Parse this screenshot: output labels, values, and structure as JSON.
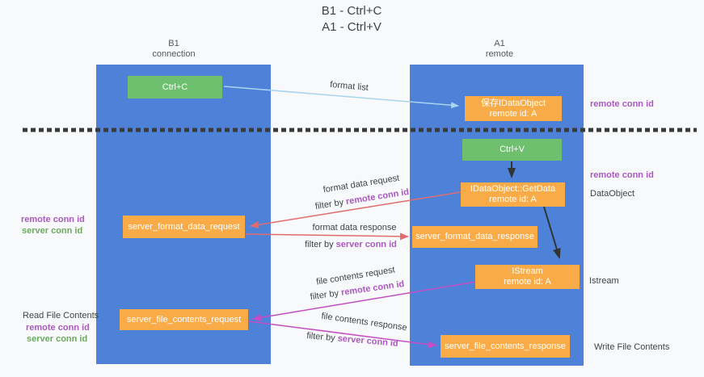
{
  "title": {
    "line1": "B1 - Ctrl+C",
    "line2": "A1 - Ctrl+V"
  },
  "columns": {
    "left": {
      "name": "B1",
      "role": "connection"
    },
    "right": {
      "name": "A1",
      "role": "remote"
    }
  },
  "nodes": {
    "ctrl_c": {
      "label": "Ctrl+C"
    },
    "save_idataobject": {
      "line1": "保存IDataObject",
      "line2": "remote id: A"
    },
    "ctrl_v": {
      "label": "Ctrl+V"
    },
    "getdata": {
      "line1": "IDataObject::GetData",
      "line2": "remote id: A"
    },
    "format_request": {
      "label": "server_format_data_request"
    },
    "format_response": {
      "label": "server_format_data_response"
    },
    "istream": {
      "line1": "IStream",
      "line2": "remote id: A"
    },
    "file_request": {
      "label": "server_file_contents_request"
    },
    "file_response": {
      "label": "server_file_contents_response"
    }
  },
  "edge_labels": {
    "format_list": "format list",
    "format_data_request": "format data request",
    "format_data_request_filter_prefix": "filter by",
    "format_data_request_filter_value": "remote conn id",
    "format_data_response": "format data response",
    "format_data_response_filter_prefix": "filter by",
    "format_data_response_filter_value": "server conn id",
    "file_contents_request": "file contents request",
    "file_contents_request_filter_prefix": "filter by",
    "file_contents_request_filter_value": "remote conn id",
    "file_contents_response": "file contents response",
    "file_contents_response_filter_prefix": "filter by",
    "file_contents_response_filter_value": "server conn id"
  },
  "side_labels": {
    "right_remote_conn_id_top": "remote conn id",
    "right_remote_conn_id_mid": "remote conn id",
    "right_dataobject": "DataObject",
    "right_istream": "Istream",
    "right_write_file_contents": "Write File Contents",
    "left_remote_conn_id_top": "remote conn id",
    "left_server_conn_id_top": "server conn id",
    "left_read_file_contents": "Read File Contents",
    "left_remote_conn_id_bottom": "remote conn id",
    "left_server_conn_id_bottom": "server conn id"
  },
  "colors": {
    "column_blue": "#4d82d8",
    "node_green": "#6ec06f",
    "node_orange": "#f8ab46",
    "arrow_light_blue": "#a9d3ee",
    "arrow_black": "#333333",
    "arrow_salmon": "#e26b70",
    "arrow_magenta": "#c44fc4",
    "text_purple": "#ab57c2",
    "text_green": "#6aaa5f",
    "dashed_line": "#3a3a3a",
    "background": "#f8f9fa"
  }
}
